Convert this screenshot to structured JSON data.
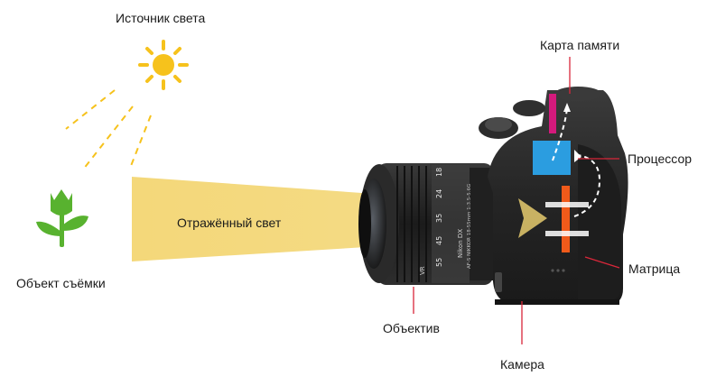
{
  "labels": {
    "light_source": "Источник света",
    "subject": "Объект съёмки",
    "reflected_light": "Отражённый свет",
    "memory_card": "Карта памяти",
    "processor": "Процессор",
    "sensor": "Матрица",
    "lens": "Объектив",
    "camera": "Камера"
  },
  "lens_markings": {
    "brand_text": "Nikon DX",
    "model_text": "AF-S NIKKOR 18-55mm 1:3.5-5.6G",
    "focal_marks": [
      "18",
      "24",
      "35",
      "45",
      "55"
    ],
    "vr_mark": "VR"
  },
  "colors": {
    "sun": "#f6c21c",
    "ray": "#f6c21c",
    "plant": "#58b22f",
    "beam": "#f3d673",
    "memory_card": "#d41a7c",
    "processor": "#2b9de0",
    "sensor": "#f05a1a",
    "pointer": "#d9273a",
    "camera_body": "#2a2a2a"
  },
  "icons": {
    "sun": "sun-icon",
    "subject": "plant-icon"
  }
}
